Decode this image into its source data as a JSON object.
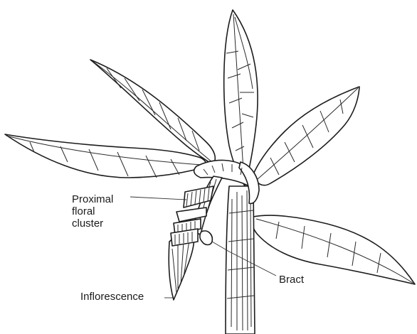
{
  "labels": {
    "proximal_line1": "Proximal",
    "proximal_line2": "floral",
    "proximal_line3": "cluster",
    "bract": "Bract",
    "inflorescence": "Inflorescence"
  },
  "colors": {
    "ink": "#1c1c1c",
    "background": "#ffffff"
  }
}
